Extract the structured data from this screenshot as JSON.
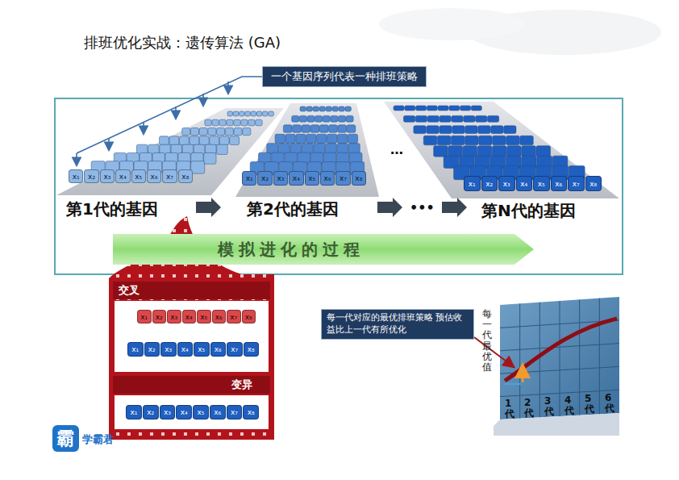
{
  "diagram": {
    "title": "排班优化实战：遗传算法 (GA)",
    "nodes": [
      {
        "text": [
          "一个基因序列代表一种排班策略"
        ]
      },
      {
        "text": [
          "模拟进化的过程"
        ]
      },
      {
        "text": [
          "交叉",
          "变异"
        ]
      },
      {
        "text": [
          "每一代对应的最优排班策略 预估收益比上一代有所优化"
        ]
      }
    ],
    "labels": [
      "第1代的基因",
      "第2代的基因",
      "第N代的基因",
      "…",
      "•••",
      "x₁",
      "x₂",
      "x₃",
      "x₄",
      "x₅",
      "x₆",
      "x₇",
      "x₈",
      "x₁",
      "x₂",
      "x₃",
      "x₄",
      "x₅",
      "x₆",
      "x₇",
      "x₈",
      "x₁",
      "x₂",
      "x₃",
      "x₄",
      "x₅",
      "x₆",
      "x₇",
      "x₈",
      "x₁",
      "x₂",
      "x₃",
      "x₄",
      "x₅",
      "x₆",
      "x₇",
      "x₈",
      "x₁",
      "x₂",
      "x₃",
      "x₄",
      "x₅",
      "x₆",
      "x₇",
      "x₈",
      "x₁",
      "x₂",
      "x₃",
      "x₄",
      "x₅",
      "x₆",
      "x₇",
      "x₈",
      "每一代最优值",
      "1代",
      "2代",
      "3代",
      "4代",
      "5代",
      "6代",
      "霸",
      "学霸君"
    ]
  }
}
